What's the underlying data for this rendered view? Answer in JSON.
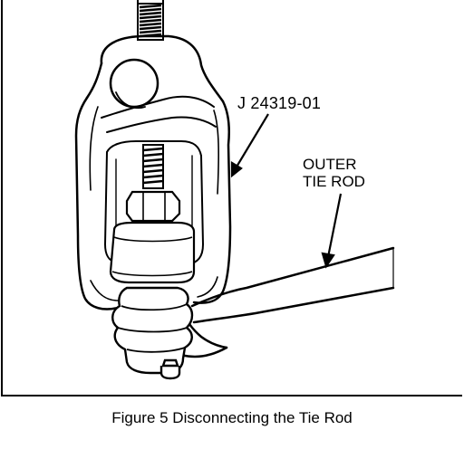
{
  "figure": {
    "tool_label": "J 24319-01",
    "part_label_line1": "OUTER",
    "part_label_line2": "TIE ROD",
    "caption": "Figure 5  Disconnecting the Tie Rod"
  },
  "colors": {
    "ink": "#000000",
    "paper": "#ffffff"
  }
}
